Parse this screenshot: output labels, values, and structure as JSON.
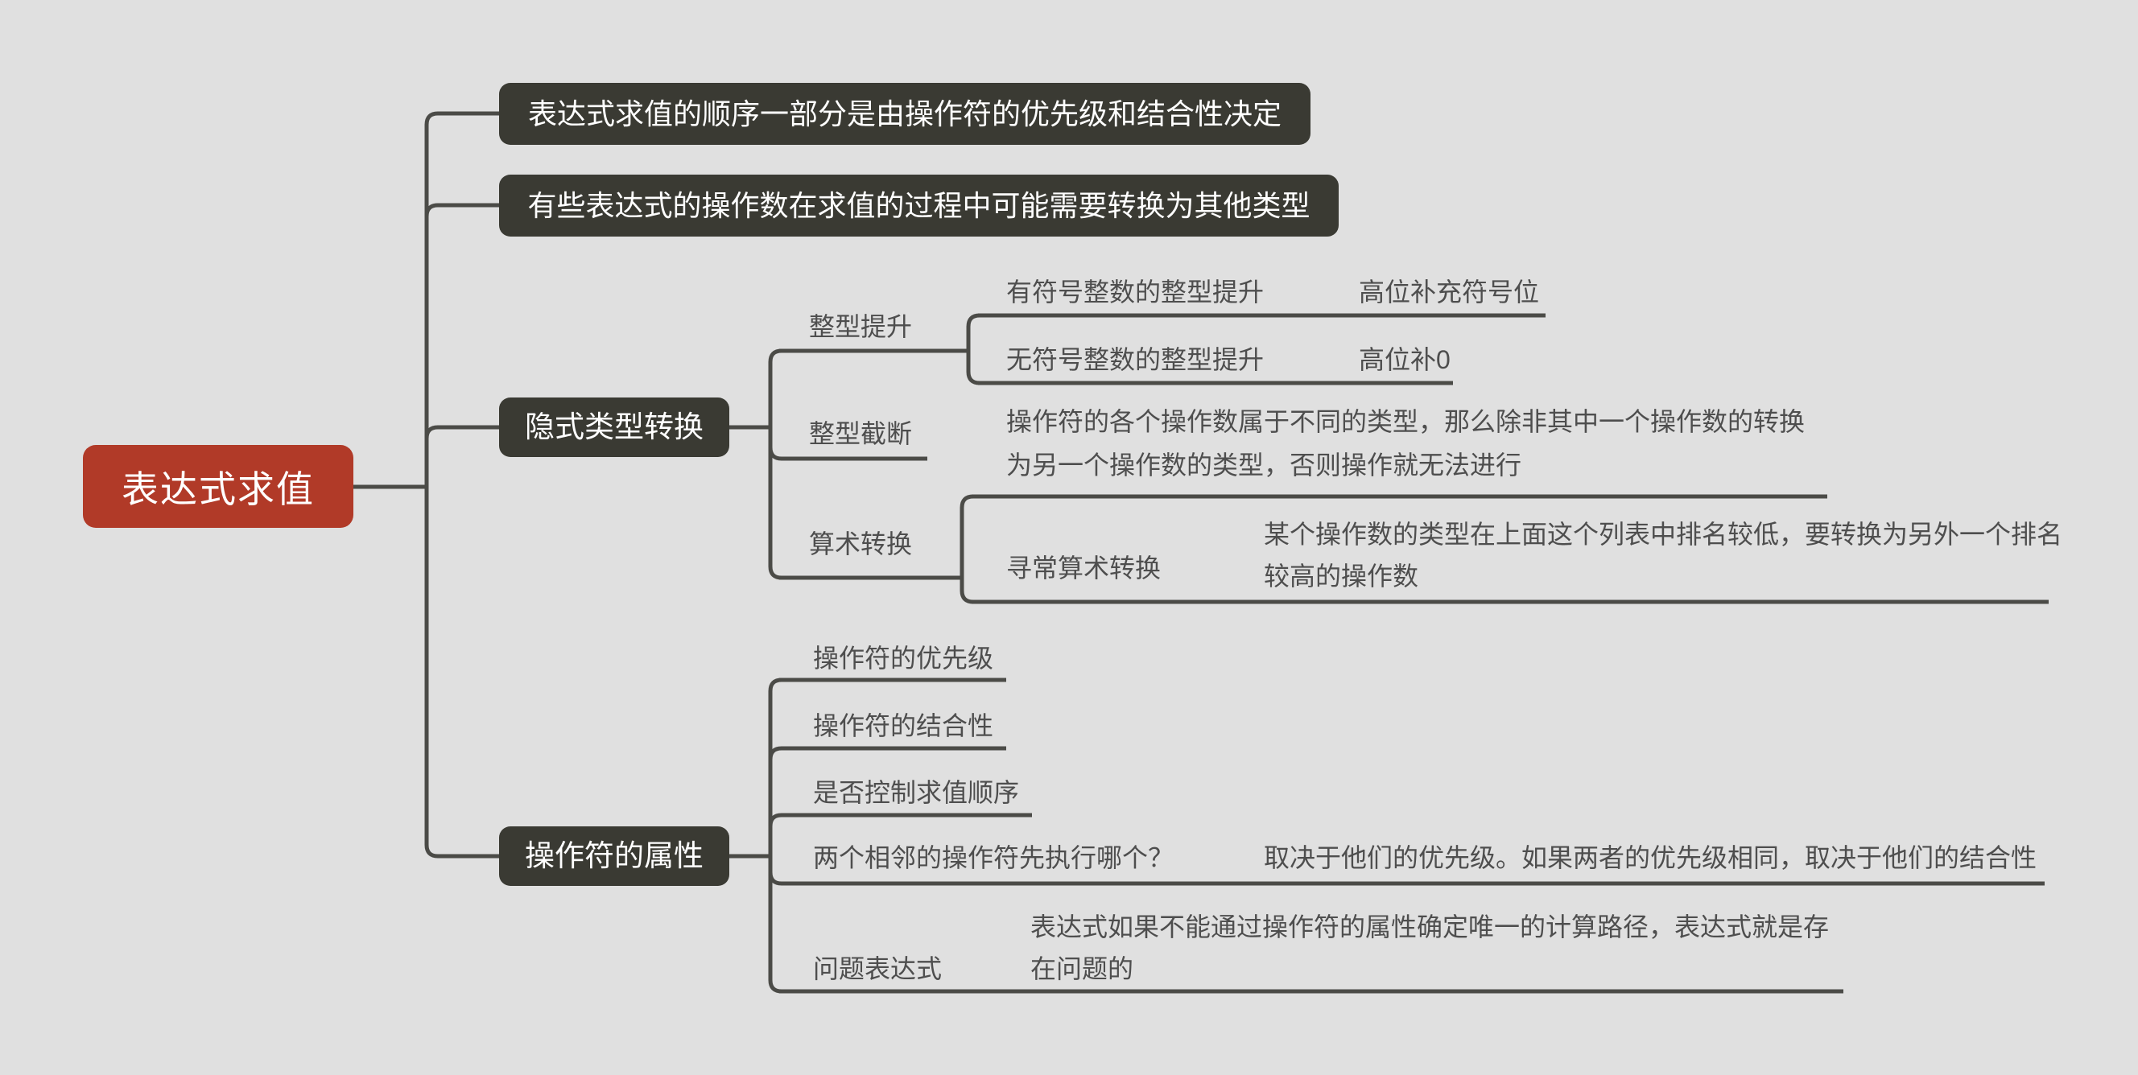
{
  "colors": {
    "background": "#e0e0e0",
    "root_fill": "#b13a28",
    "topic_fill": "#3a3a33",
    "line": "#4b4b47",
    "text_gray": "#4e4e4e"
  },
  "root": {
    "label": "表达式求值"
  },
  "branches": [
    {
      "label": "表达式求值的顺序一部分是由操作符的优先级和结合性决定"
    },
    {
      "label": "有些表达式的操作数在求值的过程中可能需要转换为其他类型"
    },
    {
      "label": "隐式类型转换",
      "children": [
        {
          "label": "整型提升",
          "children": [
            {
              "label": "有符号整数的整型提升",
              "note": "高位补充符号位"
            },
            {
              "label": "无符号整数的整型提升",
              "note": "高位补0"
            }
          ]
        },
        {
          "label": "整型截断"
        },
        {
          "label": "算术转换",
          "children": [
            {
              "label_lines": [
                "操作符的各个操作数属于不同的类型，那么除非其中一个操作数的转换",
                "为另一个操作数的类型，否则操作就无法进行"
              ]
            },
            {
              "label": "寻常算术转换",
              "note_lines": [
                "某个操作数的类型在上面这个列表中排名较低，要转换为另外一个排名",
                "较高的操作数"
              ]
            }
          ]
        }
      ]
    },
    {
      "label": "操作符的属性",
      "children": [
        {
          "label": "操作符的优先级"
        },
        {
          "label": "操作符的结合性"
        },
        {
          "label": "是否控制求值顺序"
        },
        {
          "label": "两个相邻的操作符先执行哪个？",
          "note": "取决于他们的优先级。如果两者的优先级相同，取决于他们的结合性"
        },
        {
          "label": "问题表达式",
          "note_lines": [
            "表达式如果不能通过操作符的属性确定唯一的计算路径，表达式就是存",
            "在问题的"
          ]
        }
      ]
    }
  ]
}
